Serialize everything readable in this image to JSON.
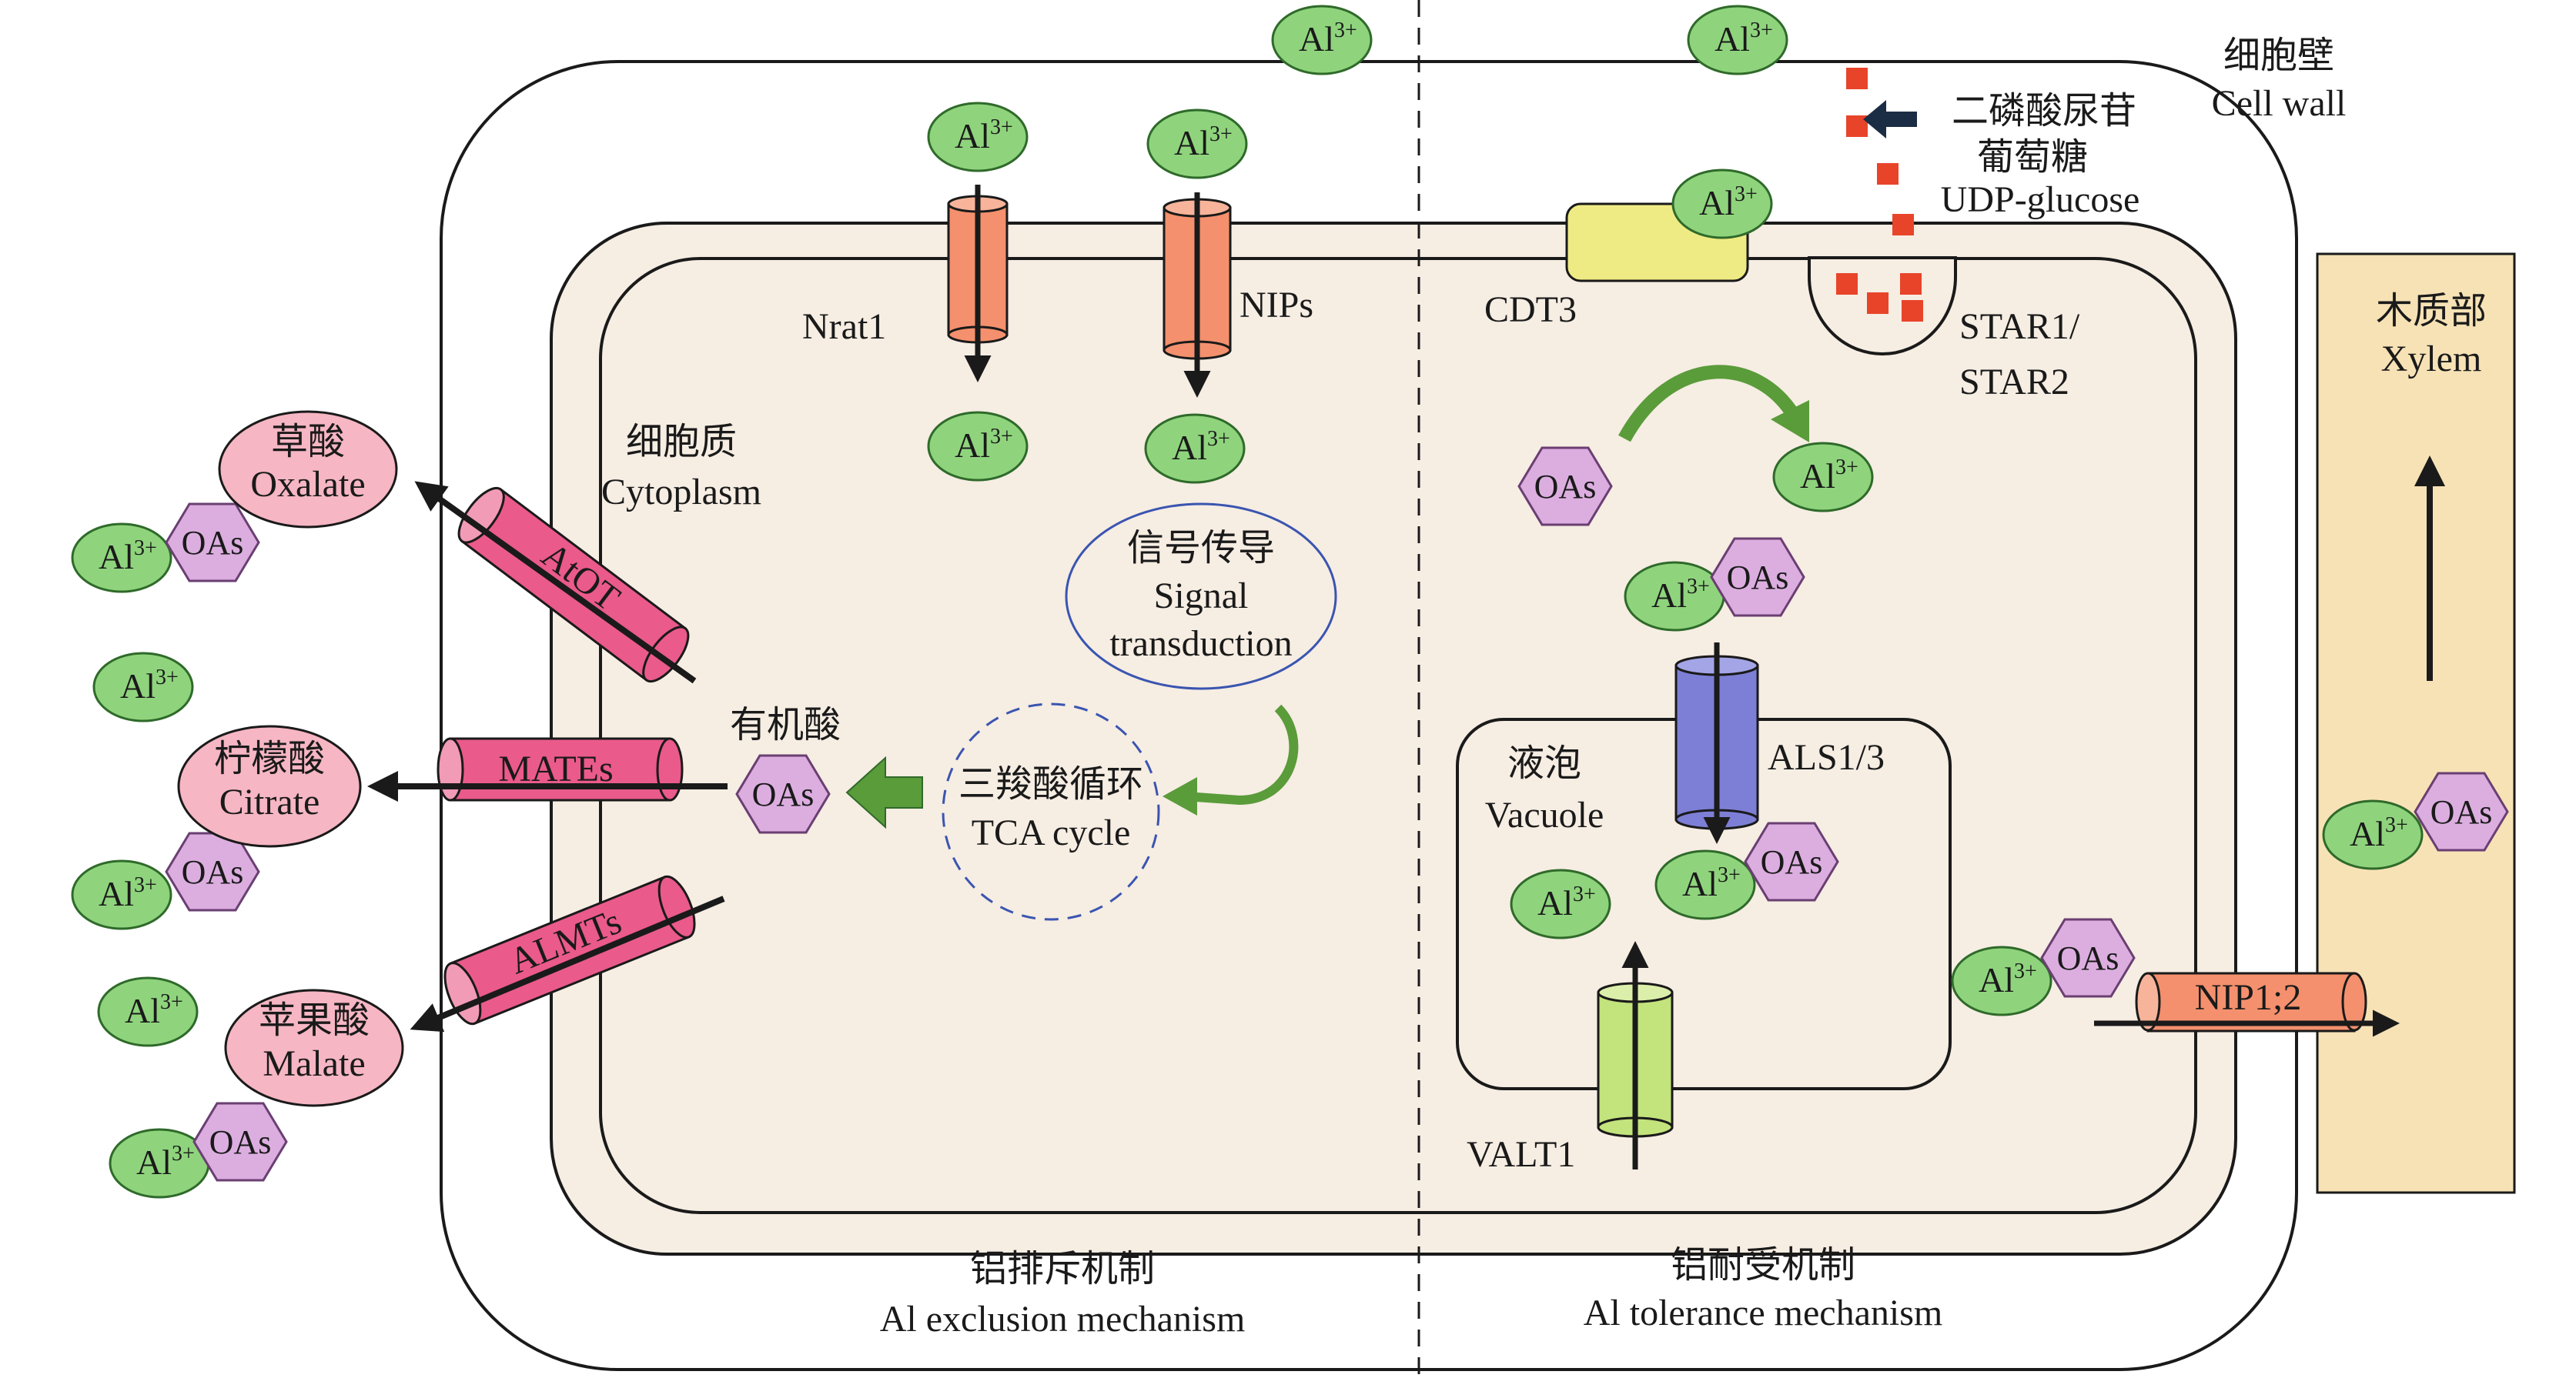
{
  "labels": {
    "cell_wall_cn": "细胞壁",
    "cell_wall_en": "Cell wall",
    "cytoplasm_cn": "细胞质",
    "cytoplasm_en": "Cytoplasm",
    "xylem_cn": "木质部",
    "xylem_en": "Xylem",
    "vacuole_cn": "液泡",
    "vacuole_en": "Vacuole",
    "signal_cn": "信号传导",
    "signal_en_1": "Signal",
    "signal_en_2": "transduction",
    "tca_cn": "三羧酸循环",
    "tca_en": "TCA cycle",
    "organic_acid_cn": "有机酸",
    "udp_cn_1": "二磷酸尿苷",
    "udp_cn_2": "葡萄糖",
    "udp_en": "UDP-glucose",
    "exclusion_cn": "铝排斥机制",
    "exclusion_en": "Al exclusion mechanism",
    "tolerance_cn": "铝耐受机制",
    "tolerance_en": "Al tolerance mechanism"
  },
  "transporters": {
    "nrat1": "Nrat1",
    "nips": "NIPs",
    "cdt3": "CDT3",
    "star_1": "STAR1/",
    "star_2": "STAR2",
    "atot": "AtOT",
    "mates": "MATEs",
    "almts": "ALMTs",
    "als": "ALS1/3",
    "valt1": "VALT1",
    "nip12": "NIP1;2"
  },
  "acids": {
    "oxalate_cn": "草酸",
    "oxalate_en": "Oxalate",
    "citrate_cn": "柠檬酸",
    "citrate_en": "Citrate",
    "malate_cn": "苹果酸",
    "malate_en": "Malate"
  },
  "ion": {
    "base": "Al",
    "charge": "3+"
  },
  "oas": "OAs",
  "colors": {
    "al_ion": "#8fd47d",
    "oas": "#dcaee0",
    "cell_fill": "#f6ede3",
    "xylem": "#f7e2b6",
    "channel_orange": "#f4906d",
    "channel_pink": "#ea5a8a",
    "cdt3": "#efeb84",
    "als": "#7d7fd6",
    "valt1": "#c3e37c",
    "acid_bubble": "#f6b6c3",
    "arrow_green": "#5a9b3a",
    "udp_red": "#e8442a"
  }
}
